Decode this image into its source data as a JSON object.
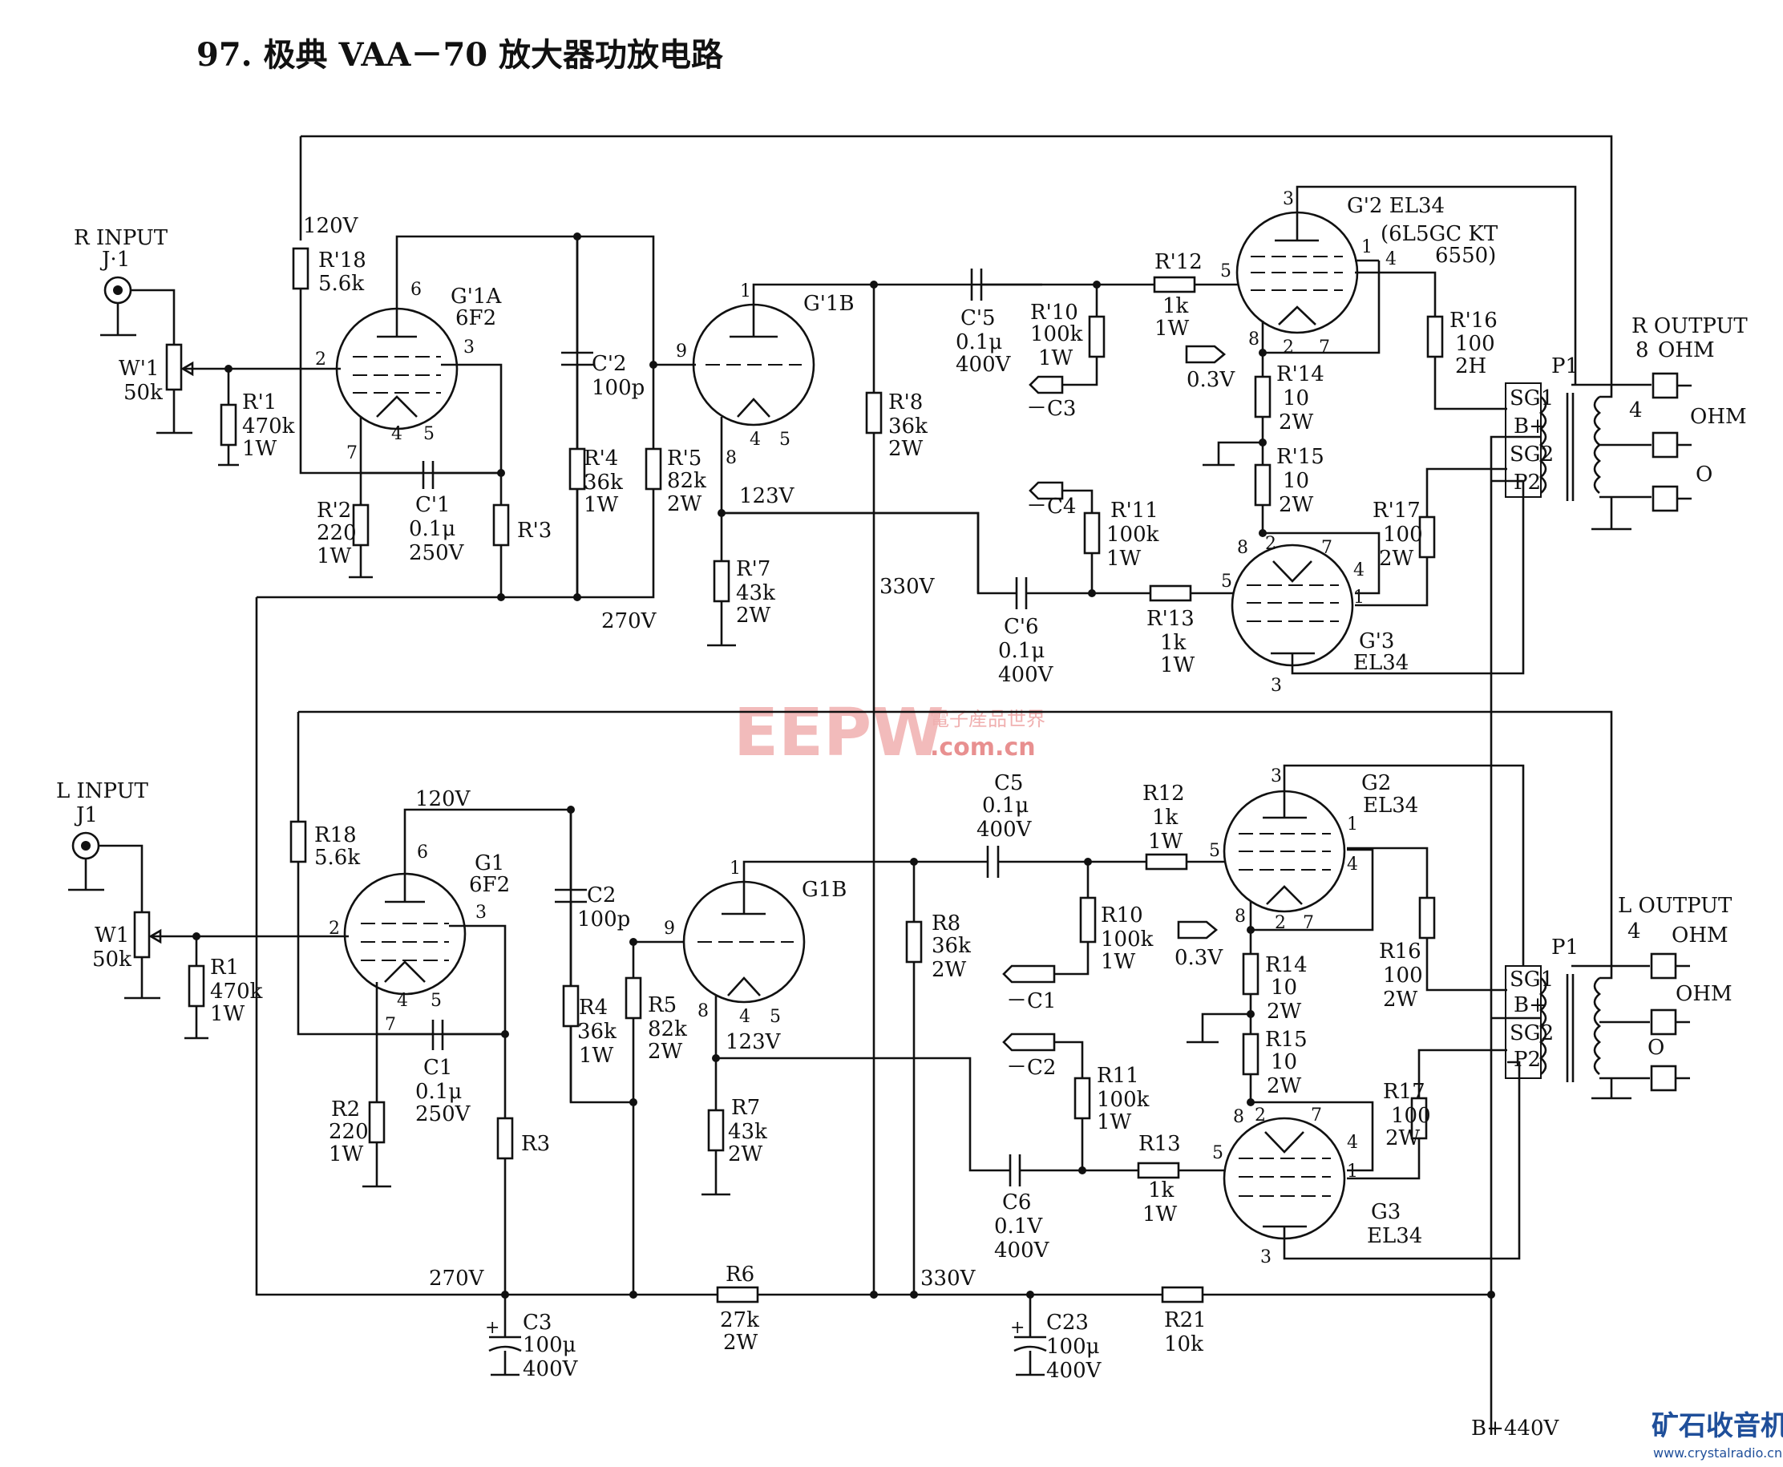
{
  "title": "97. 极典 VAA－70 放大器功放电路",
  "watermark": {
    "main": "EEPW",
    "cn": "電子産品世界",
    "url": ".com.cn"
  },
  "logo": {
    "cn": "矿石收音机",
    "url": "www.crystalradio.cn"
  },
  "top": {
    "input_label": "R INPUT",
    "jack": "J·1",
    "pot": [
      "W'1",
      "50k"
    ],
    "tube1": [
      "G'1A",
      "6F2"
    ],
    "tube2": "G'1B",
    "out_tube_a": [
      "G'2 EL34",
      "(6L5GC KT",
      "6550)"
    ],
    "out_tube_b": [
      "G'3",
      "EL34"
    ],
    "r18": [
      "R'18",
      "5.6k"
    ],
    "r1": [
      "R'1",
      "470k",
      "1W"
    ],
    "r2": [
      "R'2",
      "220",
      "1W"
    ],
    "c1": [
      "C'1",
      "0.1μ",
      "250V"
    ],
    "r3": "R'3",
    "c2": [
      "C'2",
      "100p"
    ],
    "r4": [
      "R'4",
      "36k",
      "1W"
    ],
    "r5": [
      "R'5",
      "82k",
      "2W"
    ],
    "r7": [
      "R'7",
      "43k",
      "2W"
    ],
    "r8": [
      "R'8",
      "36k",
      "2W"
    ],
    "c5": [
      "C'5",
      "0.1μ",
      "400V"
    ],
    "r10": [
      "R'10",
      "100k",
      "1W"
    ],
    "r12": [
      "R'12",
      "1k",
      "1W"
    ],
    "c6": [
      "C'6",
      "0.1μ",
      "400V"
    ],
    "r11": [
      "R'11",
      "100k",
      "1W"
    ],
    "r13": [
      "R'13",
      "1k",
      "1W"
    ],
    "r14": [
      "R'14",
      "10",
      "2W"
    ],
    "r15": [
      "R'15",
      "10",
      "2W"
    ],
    "r16": [
      "R'16",
      "100",
      "2H"
    ],
    "r17": [
      "R'17",
      "100",
      "2W"
    ],
    "c3": "－C3",
    "c4": "－C4",
    "bias": "0.3V",
    "v120": "120V",
    "v123": "123V",
    "v270": "270V",
    "v330": "330V",
    "output_label": "R OUTPUT",
    "p1": "P1",
    "taps": [
      "SG1",
      "B+",
      "SG2",
      "P2"
    ],
    "ohm": [
      "8",
      "OHM",
      "4",
      "OHM",
      "O"
    ]
  },
  "bottom": {
    "input_label": "L INPUT",
    "jack": "J1",
    "pot": [
      "W1",
      "50k"
    ],
    "tube1": [
      "G1",
      "6F2"
    ],
    "tube2": "G1B",
    "out_tube_a": [
      "G2",
      "EL34"
    ],
    "out_tube_b": [
      "G3",
      "EL34"
    ],
    "r18": [
      "R18",
      "5.6k"
    ],
    "r1": [
      "R1",
      "470k",
      "1W"
    ],
    "r2": [
      "R2",
      "220",
      "1W"
    ],
    "c1": [
      "C1",
      "0.1μ",
      "250V"
    ],
    "r3": "R3",
    "c2": [
      "C2",
      "100p"
    ],
    "r4": [
      "R4",
      "36k",
      "1W"
    ],
    "r5": [
      "R5",
      "82k",
      "2W"
    ],
    "r7": [
      "R7",
      "43k",
      "2W"
    ],
    "r8": [
      "R8",
      "36k",
      "2W"
    ],
    "c5": [
      "C5",
      "0.1μ",
      "400V"
    ],
    "r10": [
      "R10",
      "100k",
      "1W"
    ],
    "r12": [
      "R12",
      "1k",
      "1W"
    ],
    "c6": [
      "C6",
      "0.1V",
      "400V"
    ],
    "r11": [
      "R11",
      "100k",
      "1W"
    ],
    "r13": [
      "R13",
      "1k",
      "1W"
    ],
    "r14": [
      "R14",
      "10",
      "2W"
    ],
    "r15": [
      "R15",
      "10",
      "2W"
    ],
    "r16": [
      "R16",
      "100",
      "2W"
    ],
    "r17": [
      "R17",
      "100",
      "2W"
    ],
    "c3": "－C1",
    "c4": "－C2",
    "bias": "0.3V",
    "v120": "120V",
    "v123": "123V",
    "v270": "270V",
    "v330": "330V",
    "output_label": "L OUTPUT",
    "p1": "P1",
    "taps": [
      "SG1",
      "B+",
      "SG2",
      "P2"
    ],
    "ohm": [
      "4",
      "OHM",
      "OHM",
      "O"
    ]
  },
  "supply": {
    "c3": [
      "C3",
      "100μ",
      "400V"
    ],
    "r6": [
      "R6",
      "27k",
      "2W"
    ],
    "c23": [
      "C23",
      "100μ",
      "400V"
    ],
    "r21": [
      "R21",
      "10k"
    ],
    "v270": "270V",
    "v330": "330V",
    "bplus": "B+440V"
  }
}
